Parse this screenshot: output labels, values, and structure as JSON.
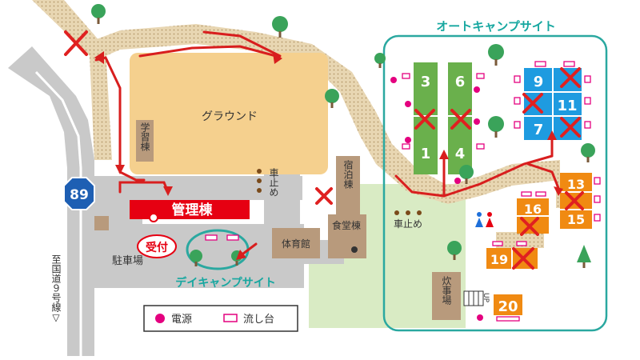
{
  "labels": {
    "auto_camp": "オートキャンプサイト",
    "day_camp": "デイキャンプサイト",
    "ground": "グラウンド",
    "kanri": "管理棟",
    "uketsuke": "受付",
    "chushajo": "駐車場",
    "gakushu": "学習棟",
    "shukuhaku": "宿泊棟",
    "shokudo": "食堂棟",
    "taiikukan": "体育館",
    "suijiba": "炊事場",
    "kurumadome1": "車止め",
    "kurumadome2": "車止め",
    "route": "89",
    "to_route": "至国道９号線▽",
    "up": "UP"
  },
  "legend": {
    "power": "電源",
    "sink": "流し台"
  },
  "sites": [
    {
      "id": "site-3",
      "label": "3",
      "status": "open"
    },
    {
      "id": "site-6",
      "label": "6",
      "status": "open"
    },
    {
      "id": "site-1",
      "label": "1",
      "status": "open"
    },
    {
      "id": "site-4",
      "label": "4",
      "status": "open"
    },
    {
      "id": "site-9",
      "label": "9",
      "status": "open"
    },
    {
      "id": "site-10",
      "label": "",
      "status": "closed"
    },
    {
      "id": "site-11",
      "label": "11",
      "status": "open"
    },
    {
      "id": "site-7",
      "label": "7",
      "status": "open"
    },
    {
      "id": "site-13",
      "label": "13",
      "status": "open"
    },
    {
      "id": "site-15",
      "label": "15",
      "status": "open"
    },
    {
      "id": "site-16",
      "label": "16",
      "status": "open"
    },
    {
      "id": "site-19",
      "label": "19",
      "status": "open"
    },
    {
      "id": "site-20",
      "label": "20",
      "status": "open"
    }
  ],
  "colors": {
    "green_site": "#6ab04c",
    "blue_site": "#1e9be0",
    "orange_site": "#f08a12",
    "ground": "#f5d38f",
    "road": "#c8c8c8",
    "path": "#e6d3b0",
    "camp_outline": "#2aa8a0",
    "cross": "#e02020",
    "kanri": "#e60012",
    "building": "#b89a7c"
  }
}
